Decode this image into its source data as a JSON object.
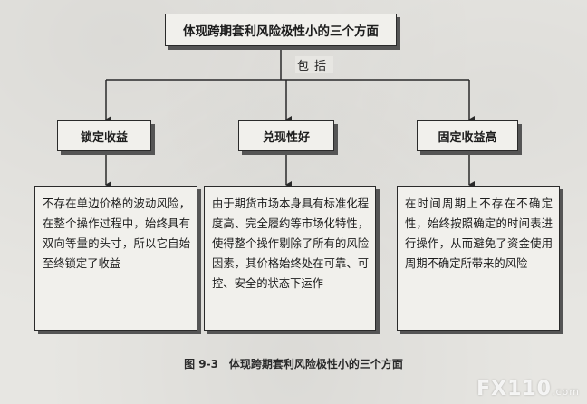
{
  "diagram": {
    "root": "体现跨期套利风险极性小的三个方面",
    "connector_label": "包括",
    "categories": [
      {
        "label": "锁定收益",
        "description": "不存在单边价格的波动风险，在整个操作过程中，始终具有双向等量的头寸，所以它自始至终锁定了收益"
      },
      {
        "label": "兑现性好",
        "description": "由于期货市场本身具有标准化程度高、完全履约等市场化特性，使得整个操作剔除了所有的风险因素，其价格始终处在可靠、可控、安全的状态下运作"
      },
      {
        "label": "固定收益高",
        "description": "在时间周期上不存在不确定性，始终按照确定的时间表进行操作，从而避免了资金使用周期不确定所带来的风险"
      }
    ],
    "caption": "图 9-3　体现跨期套利风险极性小的三个方面"
  },
  "watermark": {
    "main": "FX110",
    "sub": ".com"
  },
  "colors": {
    "background": "#e7e6e2",
    "box_fill": "#f1f0ec",
    "line": "#2a2a2a"
  }
}
